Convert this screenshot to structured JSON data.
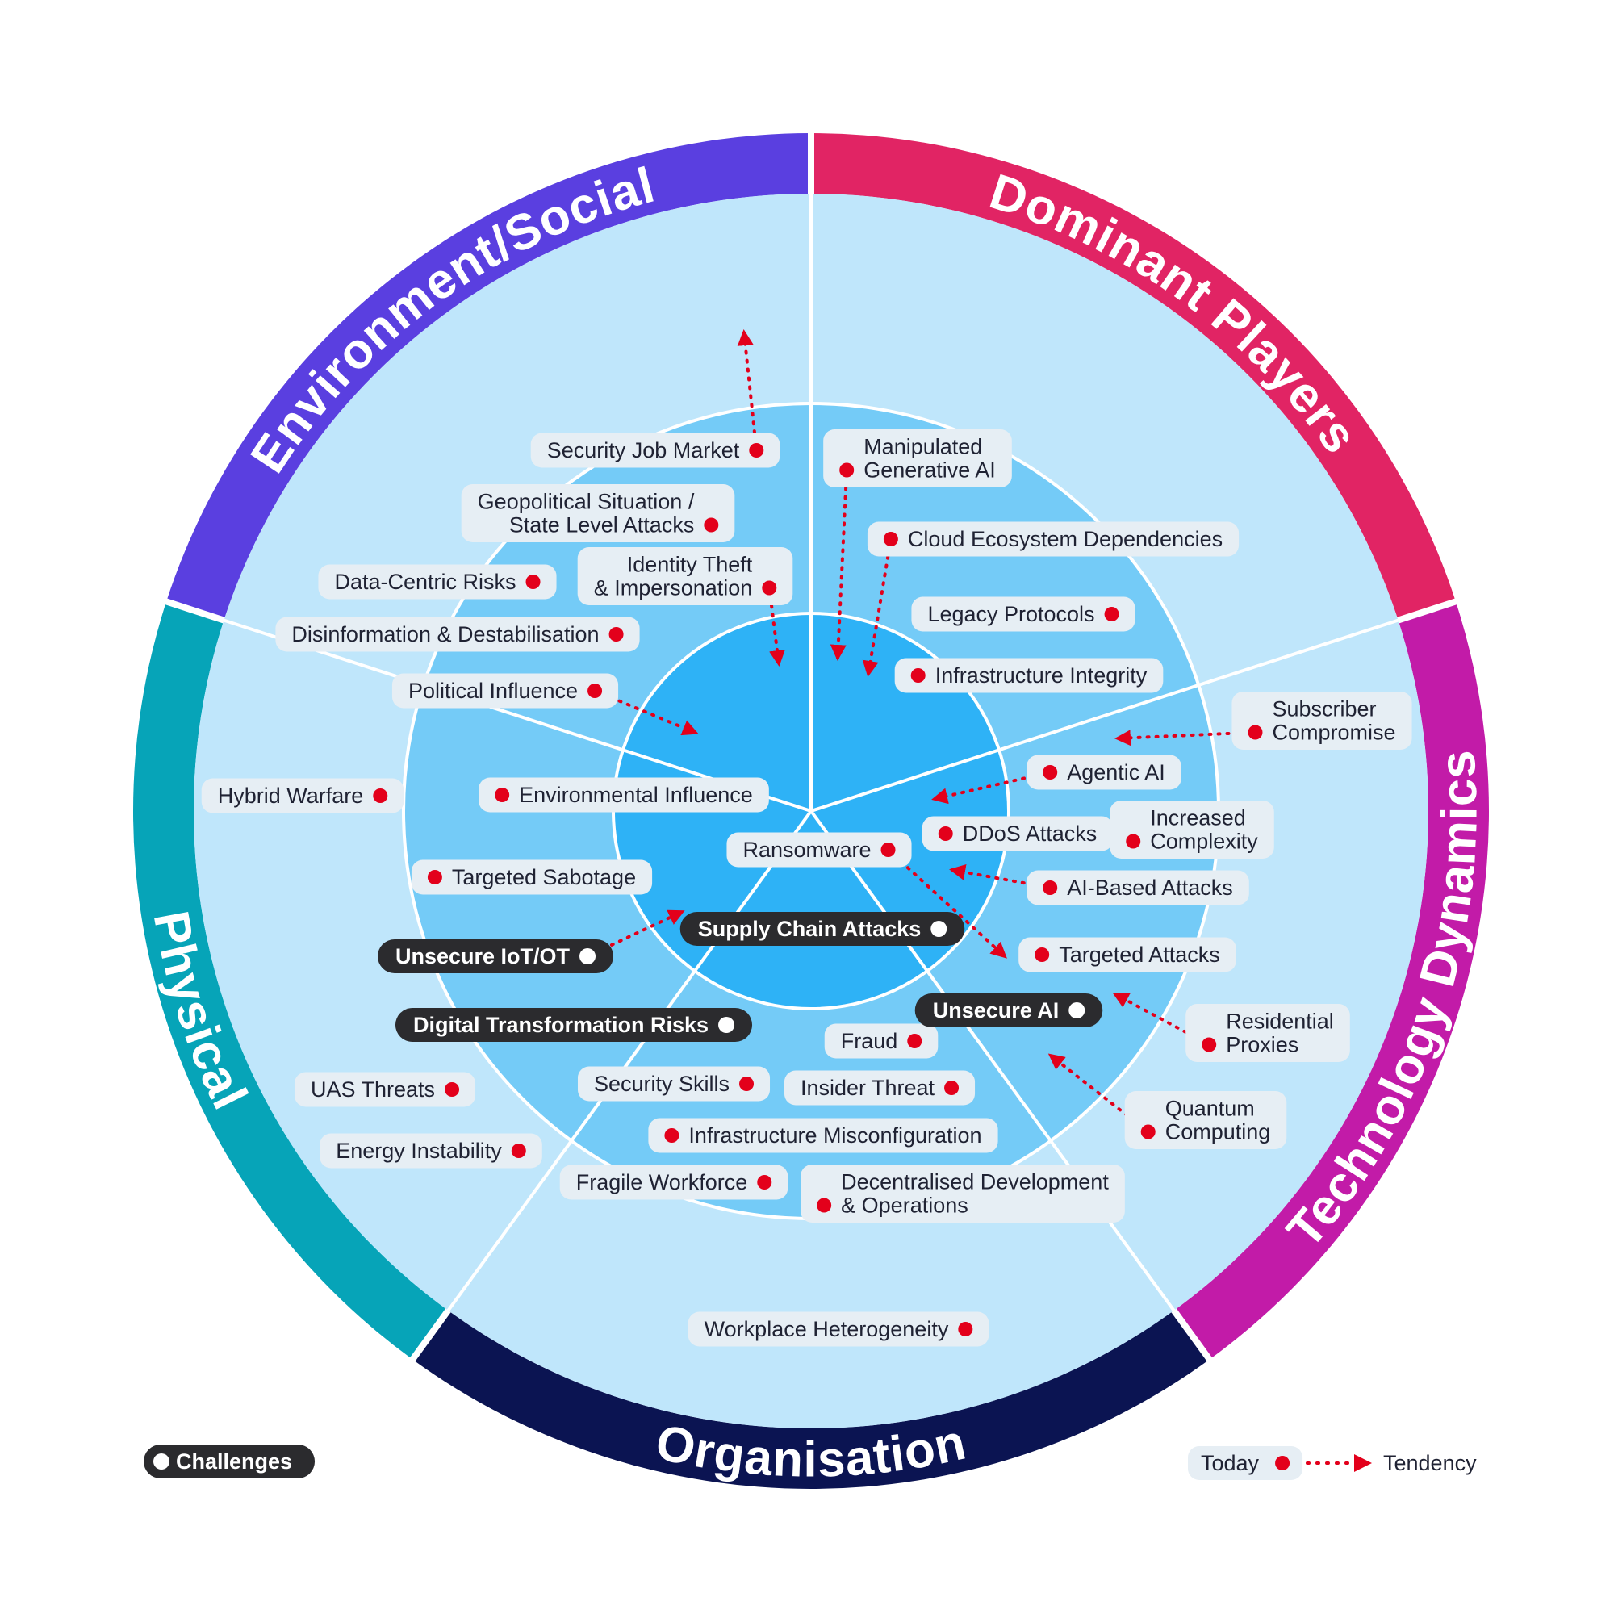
{
  "sectors": [
    {
      "id": "environment-social",
      "label": "Environment/Social",
      "color": "#5a3fe0"
    },
    {
      "id": "dominant-players",
      "label": "Dominant Players",
      "color": "#e12464"
    },
    {
      "id": "technology-dynamics",
      "label": "Technology Dynamics",
      "color": "#c21ba8"
    },
    {
      "id": "organisation",
      "label": "Organisation",
      "color": "#0b1452"
    },
    {
      "id": "physical",
      "label": "Physical",
      "color": "#06a4b8"
    }
  ],
  "ring_colors": {
    "outer": "#bfe6fb",
    "middle": "#74cbf7",
    "inner": "#2eb2f6",
    "divider": "#ffffff",
    "item_pill": "#e6eef4",
    "challenge_pill": "#2b2b2e",
    "dot": "#e3001b"
  },
  "items": [
    {
      "id": "security-job-market",
      "lines": [
        "Security Job Market"
      ],
      "dot": "right"
    },
    {
      "id": "geopolitical-situation",
      "lines": [
        "Geopolitical Situation /",
        "State Level Attacks"
      ],
      "dot": "right"
    },
    {
      "id": "data-centric-risks",
      "lines": [
        "Data-Centric Risks"
      ],
      "dot": "right"
    },
    {
      "id": "identity-theft",
      "lines": [
        "Identity Theft",
        "& Impersonation"
      ],
      "dot": "right"
    },
    {
      "id": "disinformation",
      "lines": [
        "Disinformation & Destabilisation"
      ],
      "dot": "right"
    },
    {
      "id": "political-influence",
      "lines": [
        "Political Influence"
      ],
      "dot": "right"
    },
    {
      "id": "manipulated-generative-ai",
      "lines": [
        "Manipulated",
        "Generative AI"
      ],
      "dot": "left"
    },
    {
      "id": "cloud-ecosystem",
      "lines": [
        "Cloud Ecosystem Dependencies"
      ],
      "dot": "left"
    },
    {
      "id": "legacy-protocols",
      "lines": [
        "Legacy Protocols"
      ],
      "dot": "right"
    },
    {
      "id": "infrastructure-integrity",
      "lines": [
        "Infrastructure Integrity"
      ],
      "dot": "left"
    },
    {
      "id": "subscriber-compromise",
      "lines": [
        "Subscriber",
        "Compromise"
      ],
      "dot": "left"
    },
    {
      "id": "agentic-ai",
      "lines": [
        "Agentic AI"
      ],
      "dot": "left"
    },
    {
      "id": "increased-complexity",
      "lines": [
        "Increased",
        "Complexity"
      ],
      "dot": "left"
    },
    {
      "id": "ddos-attacks",
      "lines": [
        "DDoS Attacks"
      ],
      "dot": "left"
    },
    {
      "id": "ai-based-attacks",
      "lines": [
        "AI-Based Attacks"
      ],
      "dot": "left"
    },
    {
      "id": "targeted-attacks",
      "lines": [
        "Targeted Attacks"
      ],
      "dot": "left"
    },
    {
      "id": "residential-proxies",
      "lines": [
        "Residential",
        "Proxies"
      ],
      "dot": "left"
    },
    {
      "id": "quantum-computing",
      "lines": [
        "Quantum",
        "Computing"
      ],
      "dot": "left"
    },
    {
      "id": "hybrid-warfare",
      "lines": [
        "Hybrid Warfare"
      ],
      "dot": "right"
    },
    {
      "id": "environmental-influence",
      "lines": [
        "Environmental Influence"
      ],
      "dot": "left"
    },
    {
      "id": "ransomware",
      "lines": [
        "Ransomware"
      ],
      "dot": "right"
    },
    {
      "id": "targeted-sabotage",
      "lines": [
        "Targeted Sabotage"
      ],
      "dot": "left"
    },
    {
      "id": "fraud",
      "lines": [
        "Fraud"
      ],
      "dot": "right"
    },
    {
      "id": "security-skills",
      "lines": [
        "Security Skills"
      ],
      "dot": "right"
    },
    {
      "id": "insider-threat",
      "lines": [
        "Insider Threat"
      ],
      "dot": "right"
    },
    {
      "id": "uas-threats",
      "lines": [
        "UAS Threats"
      ],
      "dot": "right"
    },
    {
      "id": "infrastructure-misconfiguration",
      "lines": [
        "Infrastructure Misconfiguration"
      ],
      "dot": "left"
    },
    {
      "id": "energy-instability",
      "lines": [
        "Energy Instability"
      ],
      "dot": "right"
    },
    {
      "id": "fragile-workforce",
      "lines": [
        "Fragile Workforce"
      ],
      "dot": "right"
    },
    {
      "id": "decentralised-development",
      "lines": [
        "Decentralised Development",
        "& Operations"
      ],
      "dot": "left"
    },
    {
      "id": "workplace-heterogeneity",
      "lines": [
        "Workplace Heterogeneity"
      ],
      "dot": "right"
    }
  ],
  "challenges": [
    {
      "id": "supply-chain-attacks",
      "label": "Supply Chain Attacks"
    },
    {
      "id": "unsecure-iot-ot",
      "label": "Unsecure IoT/OT"
    },
    {
      "id": "unsecure-ai",
      "label": "Unsecure AI"
    },
    {
      "id": "digital-transformation-risks",
      "label": "Digital Transformation Risks"
    }
  ],
  "legend": {
    "challenges": "Challenges",
    "today": "Today",
    "tendency": "Tendency"
  }
}
